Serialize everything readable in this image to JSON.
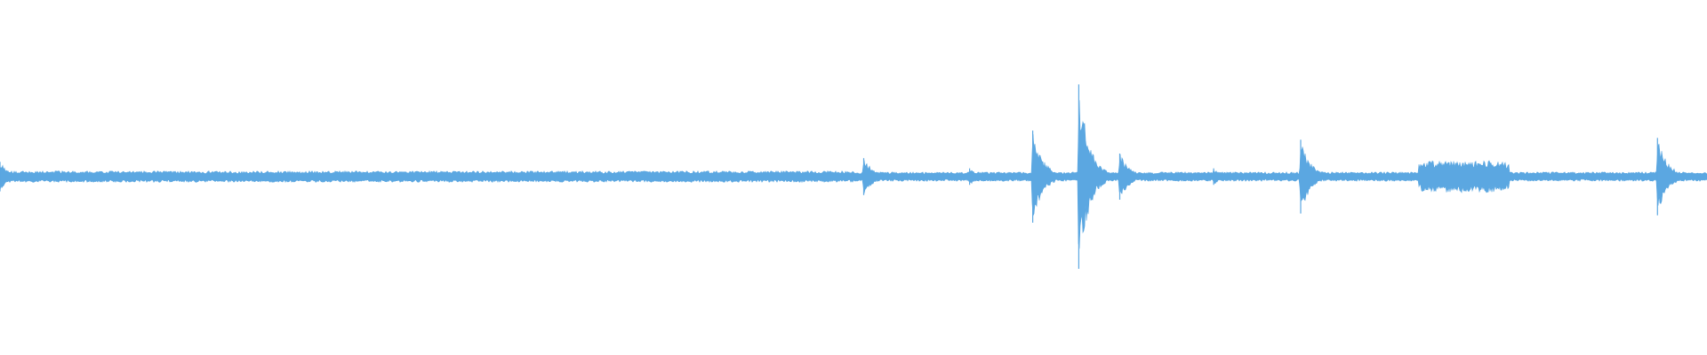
{
  "waveform": {
    "color": "#5ba7e1",
    "background": "#ffffff",
    "baseline_amplitude": 0.06,
    "events": [
      {
        "position": 0.0,
        "amplitude": 0.16,
        "kind": "transient"
      },
      {
        "position": 0.506,
        "amplitude": 0.2,
        "kind": "transient"
      },
      {
        "position": 0.568,
        "amplitude": 0.09,
        "kind": "transient"
      },
      {
        "position": 0.605,
        "amplitude": 0.5,
        "kind": "transient"
      },
      {
        "position": 0.632,
        "amplitude": 1.0,
        "kind": "transient"
      },
      {
        "position": 0.656,
        "amplitude": 0.25,
        "kind": "transient"
      },
      {
        "position": 0.711,
        "amplitude": 0.09,
        "kind": "transient"
      },
      {
        "position": 0.762,
        "amplitude": 0.4,
        "kind": "transient"
      },
      {
        "position": 0.971,
        "amplitude": 0.42,
        "kind": "transient"
      }
    ],
    "sustained_regions": [
      {
        "start": 0.831,
        "end": 0.884,
        "amplitude": 0.17
      }
    ]
  }
}
